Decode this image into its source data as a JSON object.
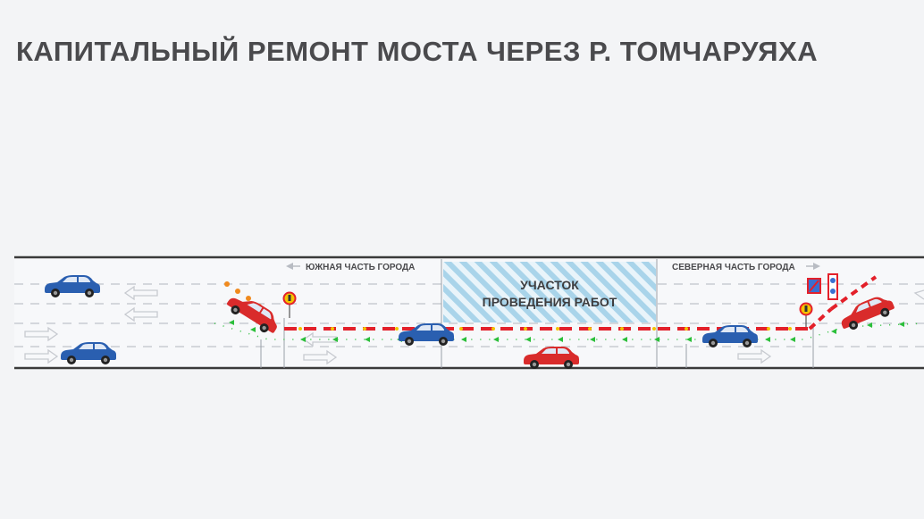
{
  "title": "КАПИТАЛЬНЫЙ РЕМОНТ МОСТА ЧЕРЕЗ Р. ТОМЧАРУЯХА",
  "direction_south": "ЮЖНАЯ ЧАСТЬ ГОРОДА",
  "direction_north": "СЕВЕРНАЯ ЧАСТЬ ГОРОДА",
  "work_zone": {
    "line1": "УЧАСТОК",
    "line2": "ПРОВЕДЕНИЯ РАБОТ"
  },
  "colors": {
    "road_edge": "#3a3a3a",
    "lane_marking": "#c9ccd2",
    "barrier_red": "#e3202a",
    "barrier_yellow": "#f5c400",
    "route_green": "#2bbf3a",
    "work_zone_stripe": "#a9d4ea",
    "car_blue": "#2a5fb0",
    "car_red": "#d92b2b",
    "cone_orange": "#f08a1e"
  },
  "icons": [
    "car-icon",
    "road-sign-icon",
    "traffic-light-icon",
    "lane-arrow-icon"
  ]
}
